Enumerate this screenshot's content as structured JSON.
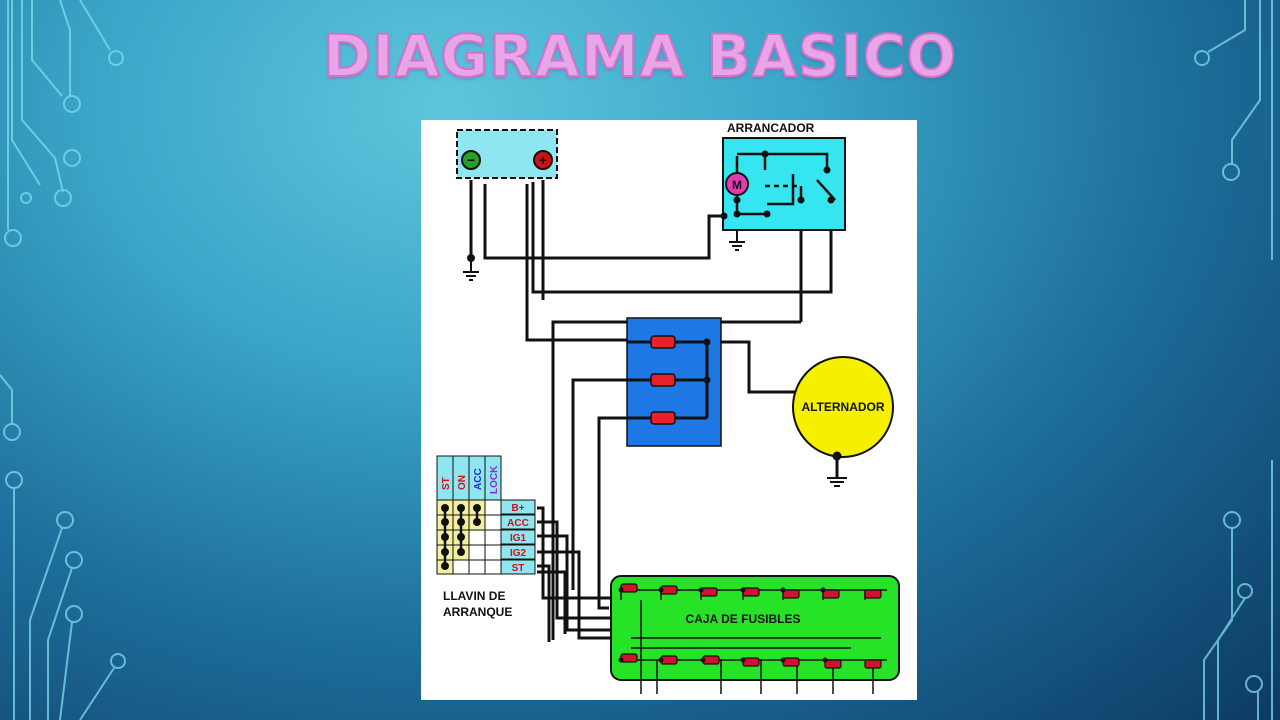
{
  "slide": {
    "title": "DIAGRAMA BASICO",
    "background_colors": [
      "#5ec6dc",
      "#1d6e9a",
      "#0c3a63"
    ],
    "title_color": "#e9a6e6",
    "decoration": "circuit-trace-lines"
  },
  "diagram": {
    "labels": {
      "starter": "ARRANCADOR",
      "starter_motor": "M",
      "alternator": "ALTERNADOR",
      "fuse_box": "CAJA DE FUSIBLES",
      "ignition_line1": "LLAVIN DE",
      "ignition_line2": "ARRANQUE"
    },
    "battery": {
      "neg": "−",
      "pos": "+"
    },
    "ignition_positions": [
      "ST",
      "ON",
      "ACC",
      "LOCK"
    ],
    "ignition_terminals": [
      "B+",
      "ACC",
      "IG1",
      "IG2",
      "ST"
    ],
    "colors": {
      "battery": "#8fe6f0",
      "starter": "#35e6f0",
      "relay_box": "#1d78e6",
      "alternator": "#f5f000",
      "fuse_box": "#27e327",
      "ignition_positions_bg": "#8fe6f0",
      "ignition_contacts_bg": "#f5f0a0",
      "terminal_bg": "#8fe6f0",
      "text_red": "#d21010"
    }
  }
}
